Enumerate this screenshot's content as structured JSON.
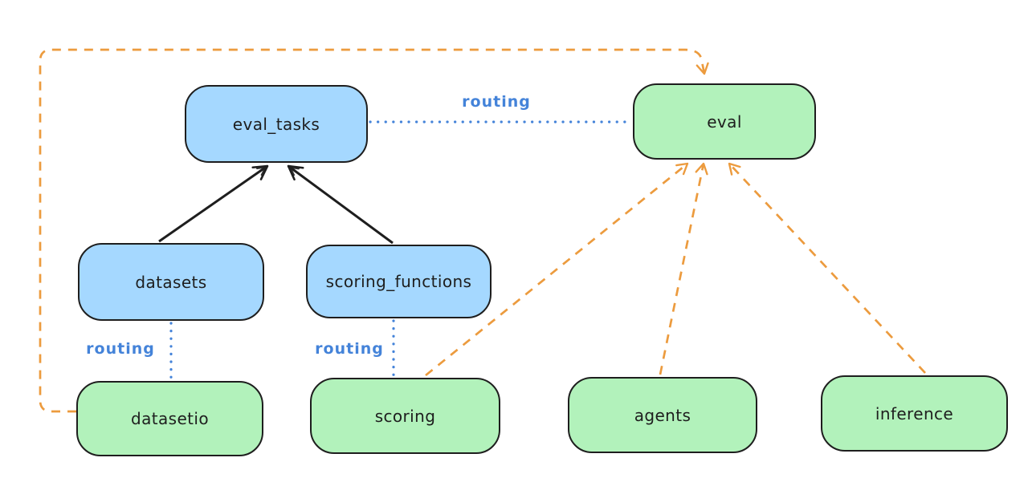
{
  "diagram": {
    "nodes": [
      {
        "id": "eval_tasks",
        "label": "eval_tasks",
        "fill": "blue"
      },
      {
        "id": "eval",
        "label": "eval",
        "fill": "green"
      },
      {
        "id": "datasets",
        "label": "datasets",
        "fill": "blue"
      },
      {
        "id": "scoring_functions",
        "label": "scoring_functions",
        "fill": "blue"
      },
      {
        "id": "datasetio",
        "label": "datasetio",
        "fill": "green"
      },
      {
        "id": "scoring",
        "label": "scoring",
        "fill": "green"
      },
      {
        "id": "agents",
        "label": "agents",
        "fill": "green"
      },
      {
        "id": "inference",
        "label": "inference",
        "fill": "green"
      }
    ],
    "edges": [
      {
        "from": "eval_tasks",
        "to": "eval",
        "style": "dotted-blue",
        "label": "routing"
      },
      {
        "from": "datasets",
        "to": "eval_tasks",
        "style": "solid-black-arrow",
        "label": ""
      },
      {
        "from": "scoring_functions",
        "to": "eval_tasks",
        "style": "solid-black-arrow",
        "label": ""
      },
      {
        "from": "datasets",
        "to": "datasetio",
        "style": "dotted-blue",
        "label": "routing"
      },
      {
        "from": "scoring_functions",
        "to": "scoring",
        "style": "dotted-blue",
        "label": "routing"
      },
      {
        "from": "scoring",
        "to": "eval",
        "style": "dashed-orange-arrow",
        "label": ""
      },
      {
        "from": "agents",
        "to": "eval",
        "style": "dashed-orange-arrow",
        "label": ""
      },
      {
        "from": "inference",
        "to": "eval",
        "style": "dashed-orange-arrow",
        "label": ""
      },
      {
        "from": "datasetio",
        "to": "eval",
        "style": "dashed-orange-arrow",
        "label": ""
      }
    ],
    "colors": {
      "stroke": "#1e1e1e",
      "blue_fill": "#a5d8ff",
      "green_fill": "#b2f2bb",
      "routing_blue": "#4483d9",
      "orange": "#ec9b3e",
      "background": "#ffffff"
    }
  }
}
